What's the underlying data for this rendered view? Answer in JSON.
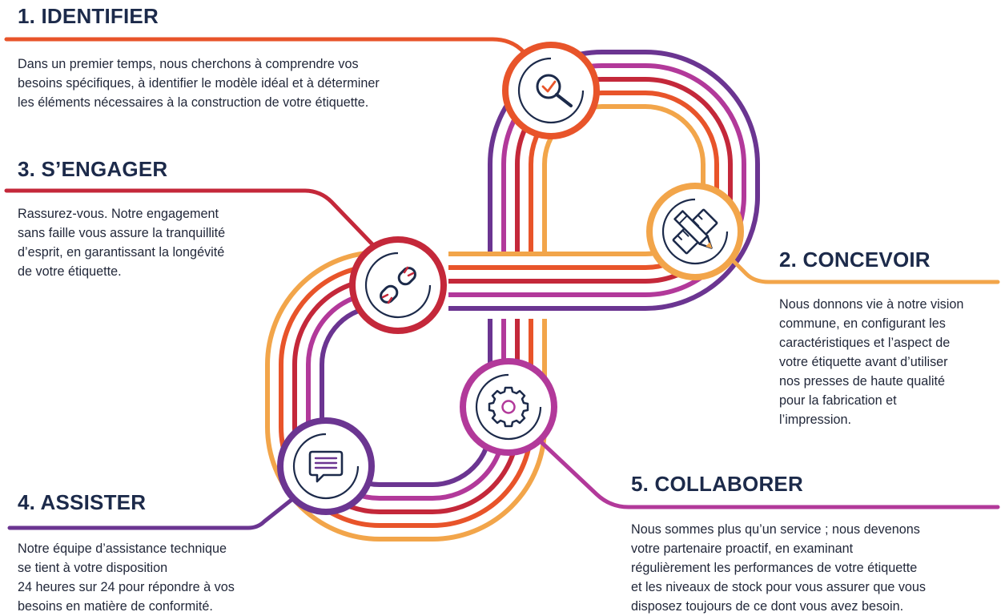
{
  "colors": {
    "orange": "#e8542a",
    "light_orange": "#f2a54a",
    "red": "#c4283a",
    "magenta": "#b2399a",
    "purple": "#6b3591",
    "navy": "#1c2a4a"
  },
  "steps": [
    {
      "id": "identifier",
      "title": "1. IDENTIFIER",
      "text": "Dans un premier temps, nous cherchons à comprendre vos\nbesoins spécifiques, à identifier le modèle idéal et à déterminer\nles éléments nécessaires à la construction de votre étiquette.",
      "icon": "magnifier-check-icon",
      "color": "#e8542a"
    },
    {
      "id": "concevoir",
      "title": "2. CONCEVOIR",
      "text": "Nous donnons vie à notre vision\ncommune, en configurant les\ncaractéristiques et l’aspect de\nvotre étiquette avant d’utiliser\nnos presses de haute qualité\npour la fabrication et\nl’impression.",
      "icon": "pencil-ruler-icon",
      "color": "#f2a54a"
    },
    {
      "id": "engager",
      "title": "3. S’ENGAGER",
      "text": "Rassurez-vous. Notre engagement\nsans faille vous assure la tranquillité\nd’esprit, en garantissant la longévité\nde votre étiquette.",
      "icon": "broken-link-icon",
      "color": "#c4283a"
    },
    {
      "id": "assister",
      "title": "4. ASSISTER",
      "text": "Notre équipe d’assistance technique\nse tient à votre disposition\n24 heures sur 24 pour répondre à vos\nbesoins en matière de conformité.",
      "icon": "chat-bubble-icon",
      "color": "#6b3591"
    },
    {
      "id": "collaborer",
      "title": "5. COLLABORER",
      "text": "Nous sommes plus qu’un service ; nous devenons\nvotre partenaire proactif, en examinant\nrégulièrement les performances de votre étiquette\net les niveaux de stock pour vous assurer que vous\ndisposez toujours de ce dont vous avez besoin.",
      "icon": "gear-icon",
      "color": "#b2399a"
    }
  ]
}
